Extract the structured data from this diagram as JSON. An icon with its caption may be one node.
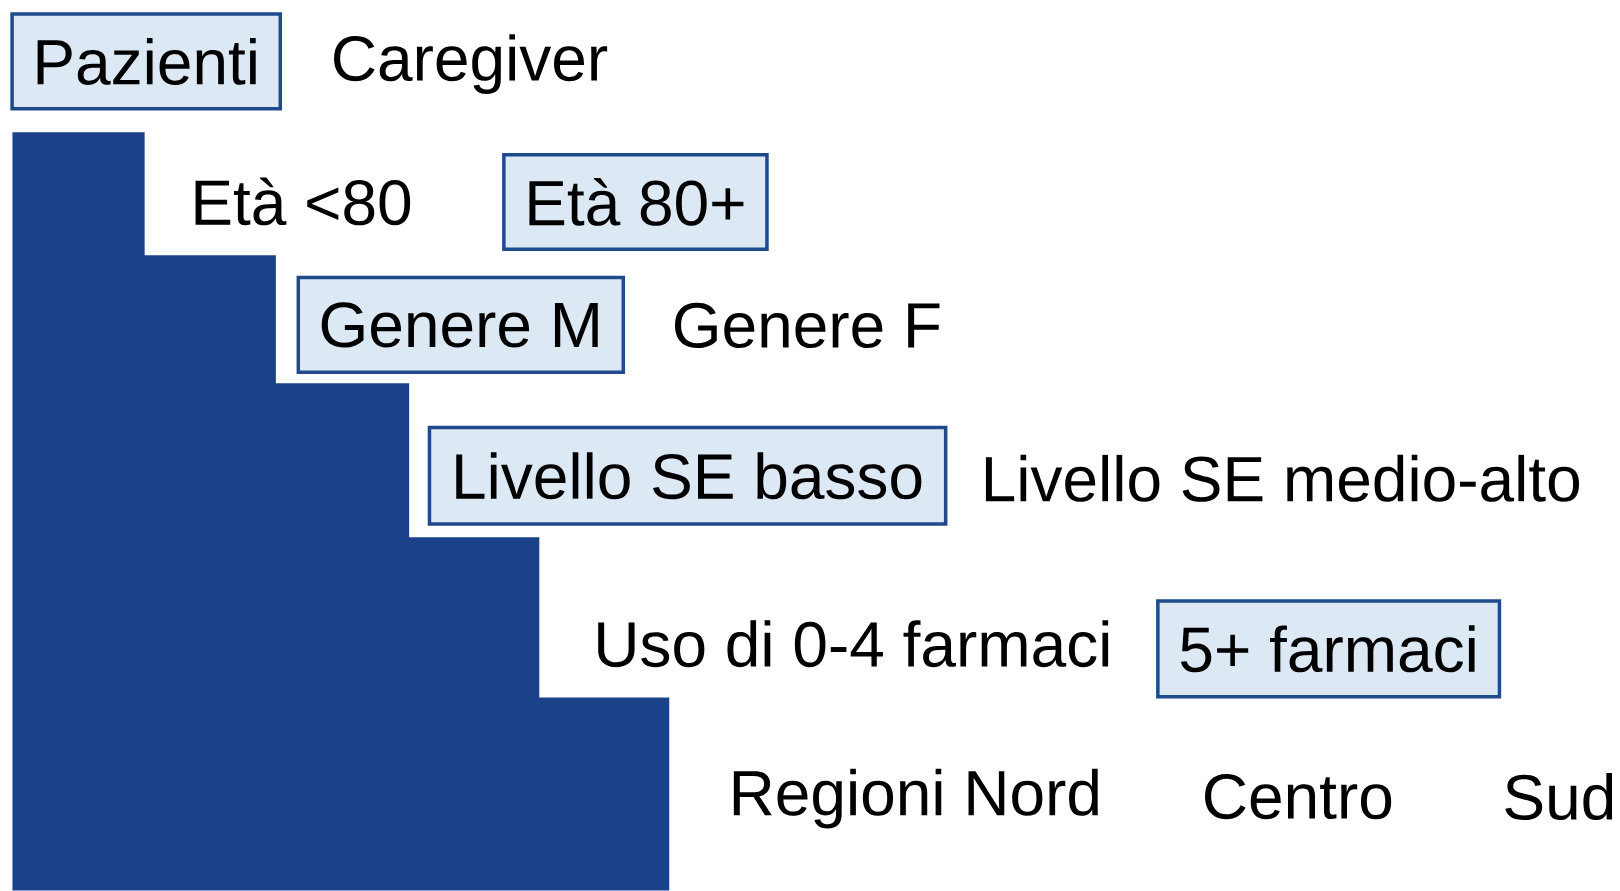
{
  "diagram": {
    "nodes": [
      {
        "text": [
          "Pazienti"
        ]
      },
      {
        "text": [
          "Età 80+"
        ]
      },
      {
        "text": [
          "Genere M"
        ]
      },
      {
        "text": [
          "Livello SE basso"
        ]
      },
      {
        "text": [
          "5+ farmaci"
        ]
      }
    ],
    "labels": [
      "Caregiver",
      "Età <80",
      "Genere F",
      "Livello SE medio-alto",
      "Uso di 0-4 farmaci",
      "Regioni Nord",
      "Centro",
      "Sud"
    ]
  }
}
